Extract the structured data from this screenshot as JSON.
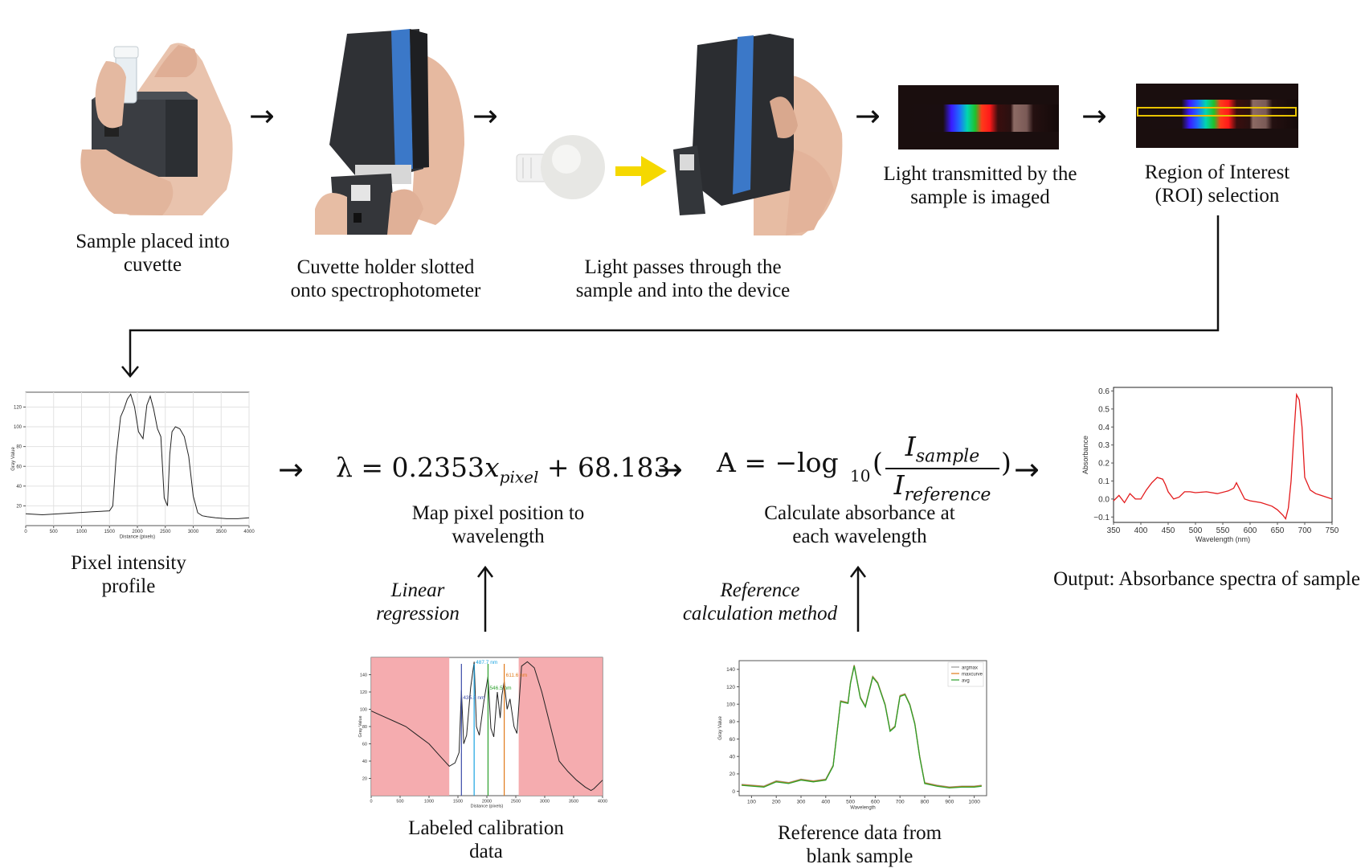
{
  "steps": {
    "s1": "Sample placed into\ncuvette",
    "s2": "Cuvette holder slotted\nonto spectrophotometer",
    "s3": "Light passes through the\nsample and into the device",
    "s4": "Light transmitted by the\nsample is imaged",
    "s5": "Region of Interest\n(ROI) selection",
    "s6": "Pixel intensity\nprofile",
    "s7": "Map pixel position to\nwavelength",
    "s8": "Calculate absorbance at\neach wavelength",
    "s9": "Output: Absorbance spectra of sample",
    "s10": "Labeled calibration\ndata",
    "s11": "Reference data from\nblank sample"
  },
  "side_labels": {
    "linear": "Linear\nregression",
    "reference": "Reference\ncalculation method"
  },
  "equations": {
    "lambda_lhs": "λ = 0.2353",
    "lambda_var": "x",
    "lambda_sub": "pixel",
    "lambda_rhs": "+ 68.183",
    "abs_lhs": "A = −log",
    "abs_sub": "10",
    "num_var": "I",
    "num_sub": "sample",
    "den_var": "I",
    "den_sub": "reference"
  },
  "arrow_glyph": "→",
  "colors": {
    "arrow_yellow": "#f5d800",
    "spectrum_red": "#e31a1c",
    "roi_box": "#e8c200",
    "calib_shade": "#f4a3a6"
  },
  "chart_data": [
    {
      "type": "line",
      "name": "pixel-intensity-profile",
      "xlabel": "Distance (pixels)",
      "ylabel": "Gray Value",
      "xticks": [
        "0",
        "500",
        "1000",
        "1500",
        "2000",
        "2500",
        "3000",
        "3500",
        "4000"
      ],
      "yticks": [
        "20",
        "40",
        "60",
        "80",
        "100",
        "120"
      ],
      "xlim": [
        0,
        4000
      ],
      "ylim": [
        0,
        135
      ],
      "grid": true,
      "x": [
        0,
        300,
        600,
        900,
        1200,
        1500,
        1560,
        1620,
        1700,
        1760,
        1820,
        1880,
        1950,
        2020,
        2100,
        2170,
        2230,
        2290,
        2360,
        2420,
        2480,
        2540,
        2580,
        2620,
        2680,
        2760,
        2840,
        2920,
        3000,
        3080,
        3160,
        3250,
        3400,
        3600,
        3800,
        4000
      ],
      "y": [
        12,
        11,
        12,
        13,
        14,
        15,
        20,
        70,
        110,
        118,
        128,
        133,
        120,
        95,
        88,
        122,
        131,
        118,
        98,
        90,
        28,
        20,
        72,
        95,
        100,
        98,
        90,
        70,
        30,
        13,
        10,
        9,
        8,
        7,
        7,
        8
      ]
    },
    {
      "type": "line",
      "name": "absorbance-spectrum",
      "xlabel": "Wavelength (nm)",
      "ylabel": "Absorbance",
      "xticks": [
        "350",
        "400",
        "450",
        "500",
        "550",
        "600",
        "650",
        "700",
        "750"
      ],
      "yticks": [
        "−0.1",
        "0.0",
        "0.1",
        "0.2",
        "0.3",
        "0.4",
        "0.5",
        "0.6"
      ],
      "xlim": [
        350,
        750
      ],
      "ylim": [
        -0.13,
        0.62
      ],
      "grid": false,
      "series_color": "#e31a1c",
      "x": [
        350,
        360,
        370,
        380,
        390,
        400,
        410,
        420,
        430,
        440,
        445,
        450,
        455,
        460,
        470,
        480,
        490,
        500,
        520,
        540,
        560,
        570,
        575,
        580,
        590,
        600,
        620,
        640,
        650,
        660,
        665,
        670,
        675,
        680,
        685,
        690,
        695,
        700,
        710,
        720,
        730,
        740,
        750
      ],
      "y": [
        -0.01,
        0.02,
        -0.02,
        0.03,
        0.0,
        0.0,
        0.05,
        0.09,
        0.12,
        0.11,
        0.08,
        0.04,
        0.02,
        0.0,
        0.01,
        0.04,
        0.04,
        0.035,
        0.04,
        0.03,
        0.045,
        0.06,
        0.09,
        0.06,
        0.0,
        -0.01,
        -0.02,
        -0.04,
        -0.06,
        -0.09,
        -0.11,
        -0.05,
        0.1,
        0.35,
        0.58,
        0.55,
        0.4,
        0.12,
        0.05,
        0.03,
        0.02,
        0.01,
        0.0
      ]
    },
    {
      "type": "line",
      "name": "labeled-calibration-data",
      "xlabel": "Distance (pixels)",
      "ylabel": "Gray Value",
      "xticks": [
        "0",
        "500",
        "1000",
        "1500",
        "2000",
        "2500",
        "3000",
        "3500",
        "4000"
      ],
      "yticks": [
        "20",
        "40",
        "60",
        "80",
        "100",
        "120",
        "140"
      ],
      "xlim": [
        0,
        4000
      ],
      "ylim": [
        0,
        160
      ],
      "shaded_ranges": [
        [
          0,
          1350
        ],
        [
          2550,
          4000
        ]
      ],
      "peak_labels": [
        {
          "text": "435.8 nm",
          "x": 1560,
          "color": "#3b4ba8"
        },
        {
          "text": "487.7 nm",
          "x": 1780,
          "color": "#1aa3e0"
        },
        {
          "text": "546.5 nm",
          "x": 2020,
          "color": "#2ca02c"
        },
        {
          "text": "611.6 nm",
          "x": 2300,
          "color": "#e07a1a"
        }
      ],
      "x": [
        0,
        200,
        400,
        600,
        800,
        1000,
        1200,
        1350,
        1450,
        1520,
        1560,
        1600,
        1650,
        1720,
        1780,
        1820,
        1870,
        1950,
        2020,
        2070,
        2120,
        2180,
        2230,
        2260,
        2300,
        2350,
        2400,
        2470,
        2520,
        2600,
        2700,
        2820,
        2950,
        3100,
        3250,
        3400,
        3550,
        3700,
        3800,
        3850,
        4000
      ],
      "y": [
        98,
        92,
        86,
        80,
        70,
        60,
        45,
        34,
        38,
        50,
        122,
        60,
        70,
        125,
        155,
        80,
        70,
        110,
        138,
        78,
        68,
        120,
        90,
        116,
        132,
        100,
        112,
        80,
        72,
        150,
        155,
        148,
        120,
        80,
        40,
        28,
        18,
        10,
        6,
        8,
        18
      ]
    },
    {
      "type": "line",
      "name": "reference-data-blank",
      "xlabel": "Wavelength",
      "ylabel": "Gray Value",
      "xticks": [
        "100",
        "200",
        "300",
        "400",
        "500",
        "600",
        "700",
        "800",
        "900",
        "1000"
      ],
      "yticks": [
        "0",
        "20",
        "40",
        "60",
        "80",
        "100",
        "120",
        "140"
      ],
      "xlim": [
        50,
        1050
      ],
      "ylim": [
        -5,
        150
      ],
      "legend": [
        "argmax",
        "maxcurve",
        "avg"
      ],
      "legend_position": "top-right",
      "series_colors": [
        "#999999",
        "#e07a1a",
        "#2ca02c"
      ],
      "x": [
        60,
        150,
        200,
        250,
        300,
        350,
        400,
        430,
        460,
        490,
        500,
        515,
        540,
        560,
        590,
        610,
        640,
        660,
        680,
        700,
        720,
        740,
        760,
        780,
        800,
        850,
        900,
        950,
        1000,
        1030
      ],
      "y": [
        8,
        6,
        12,
        10,
        14,
        12,
        14,
        30,
        104,
        102,
        125,
        145,
        108,
        98,
        132,
        125,
        100,
        70,
        75,
        110,
        112,
        100,
        78,
        40,
        10,
        7,
        5,
        6,
        6,
        7
      ]
    }
  ]
}
